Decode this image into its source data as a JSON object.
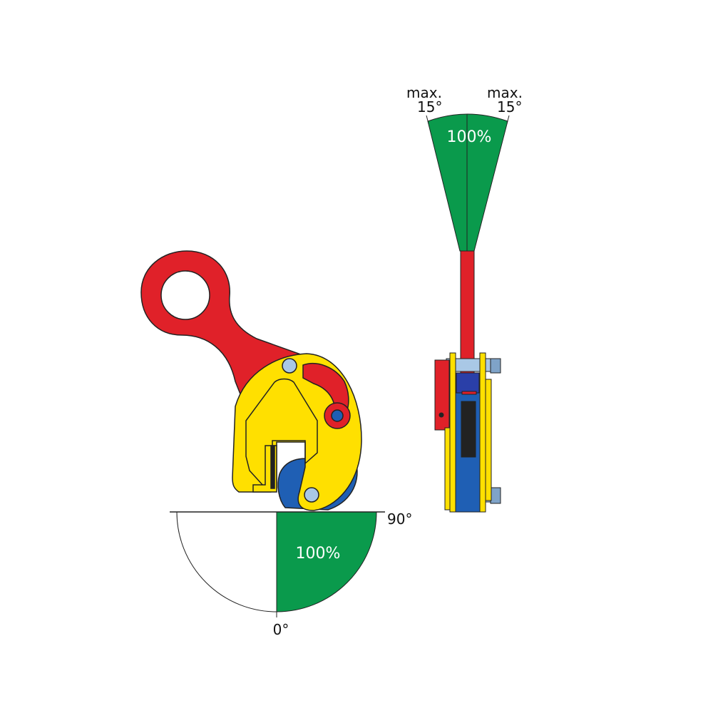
{
  "colors": {
    "red": "#e02129",
    "yellow": "#ffe000",
    "blue": "#1f5fb4",
    "light_blue": "#a9c8e6",
    "green": "#0a9a4c",
    "dark": "#222222"
  },
  "side_view": {
    "left_max_label": "max.",
    "left_angle_label": "15°",
    "right_max_label": "max.",
    "right_angle_label": "15°",
    "capacity_label": "100%"
  },
  "front_view": {
    "capacity_label": "100%",
    "angle_90_label": "90°",
    "angle_0_label": "0°"
  }
}
